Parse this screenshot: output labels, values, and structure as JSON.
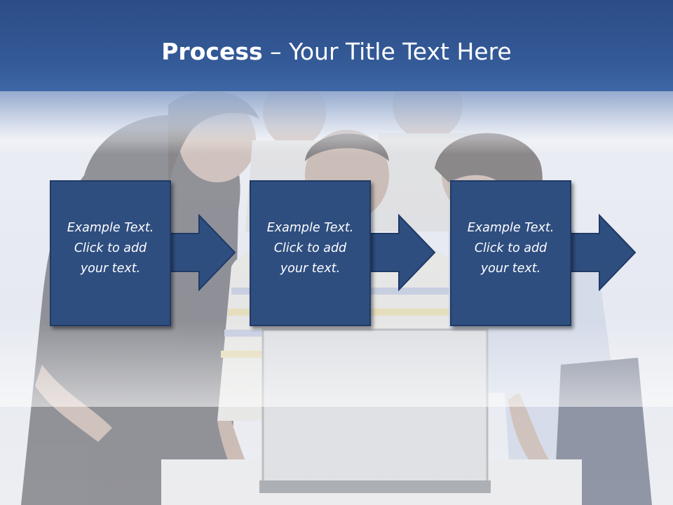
{
  "slide": {
    "title_bold": "Process",
    "title_rest": " – Your Title Text Here"
  },
  "steps": [
    {
      "line1": "Example Text.",
      "line2": "Click  to add",
      "line3": "your text."
    },
    {
      "line1": "Example Text.",
      "line2": "Click  to add",
      "line3": "your text."
    },
    {
      "line1": "Example Text.",
      "line2": "Click  to add",
      "line3": "your text."
    }
  ],
  "colors": {
    "title_bar": "#345a98",
    "step_fill": "#2f4e80",
    "step_border": "#1f3a66",
    "text": "#ffffff"
  }
}
